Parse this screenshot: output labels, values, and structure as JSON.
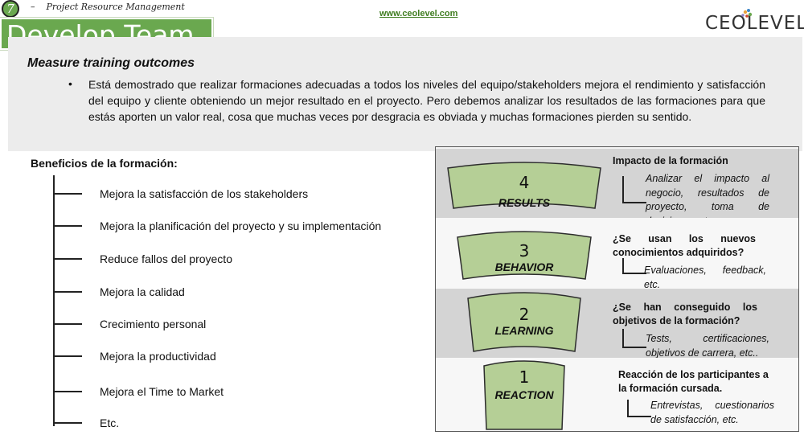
{
  "header": {
    "chapter_number": "7",
    "chapter_dash": "–",
    "chapter_title": "Project Resource Management",
    "page_title": "Develop Team",
    "site_url": "www.ceolevel.com",
    "logo_text": "CEOLEVEL."
  },
  "intro": {
    "heading": "Measure training outcomes",
    "bullet": "•",
    "text": "Está demostrado que realizar formaciones adecuadas a todos los niveles del equipo/stakeholders mejora el rendimiento y satisfacción del equipo y cliente obteniendo un mejor resultado en el proyecto. Pero debemos analizar los resultados de las formaciones para que estás aporten un valor real, cosa que muchas veces por desgracia es obviada y muchas formaciones pierden su sentido."
  },
  "benefits": {
    "title": "Beneficios de la formación:",
    "items": [
      "Mejora la satisfacción de los stakeholders",
      "Mejora la planificación del proyecto y su implementación",
      "Reduce fallos del proyecto",
      "Mejora la calidad",
      "Crecimiento personal",
      "Mejora la productividad",
      "Mejora el Time to Market",
      "Etc."
    ]
  },
  "levels": [
    {
      "number": "4",
      "name": "RESULTS",
      "title": "Impacto de la formación",
      "description": "Analizar el impacto al negocio, resultados de proyecto, toma de decisiones, etc."
    },
    {
      "number": "3",
      "name": "BEHAVIOR",
      "title": "¿Se usan los nuevos conocimientos adquiridos?",
      "description": "Evaluaciones, feedback, etc."
    },
    {
      "number": "2",
      "name": "LEARNING",
      "title": "¿Se han conseguido los objetivos de la formación?",
      "description": "Tests, certificaciones, objetivos de carrera, etc.."
    },
    {
      "number": "1",
      "name": "REACTION",
      "title": "Reacción de los participantes a la formación cursada.",
      "description": "Entrevistas, cuestionarios de satisfacción, etc."
    }
  ],
  "colors": {
    "brand_green": "#6aa84f",
    "pyramid_fill": "#b5cf96",
    "pyramid_stroke": "#2d2d2d"
  },
  "icons": {
    "chapter_badge": "circle-number-icon",
    "logo_mark": "colored-dots-icon"
  }
}
